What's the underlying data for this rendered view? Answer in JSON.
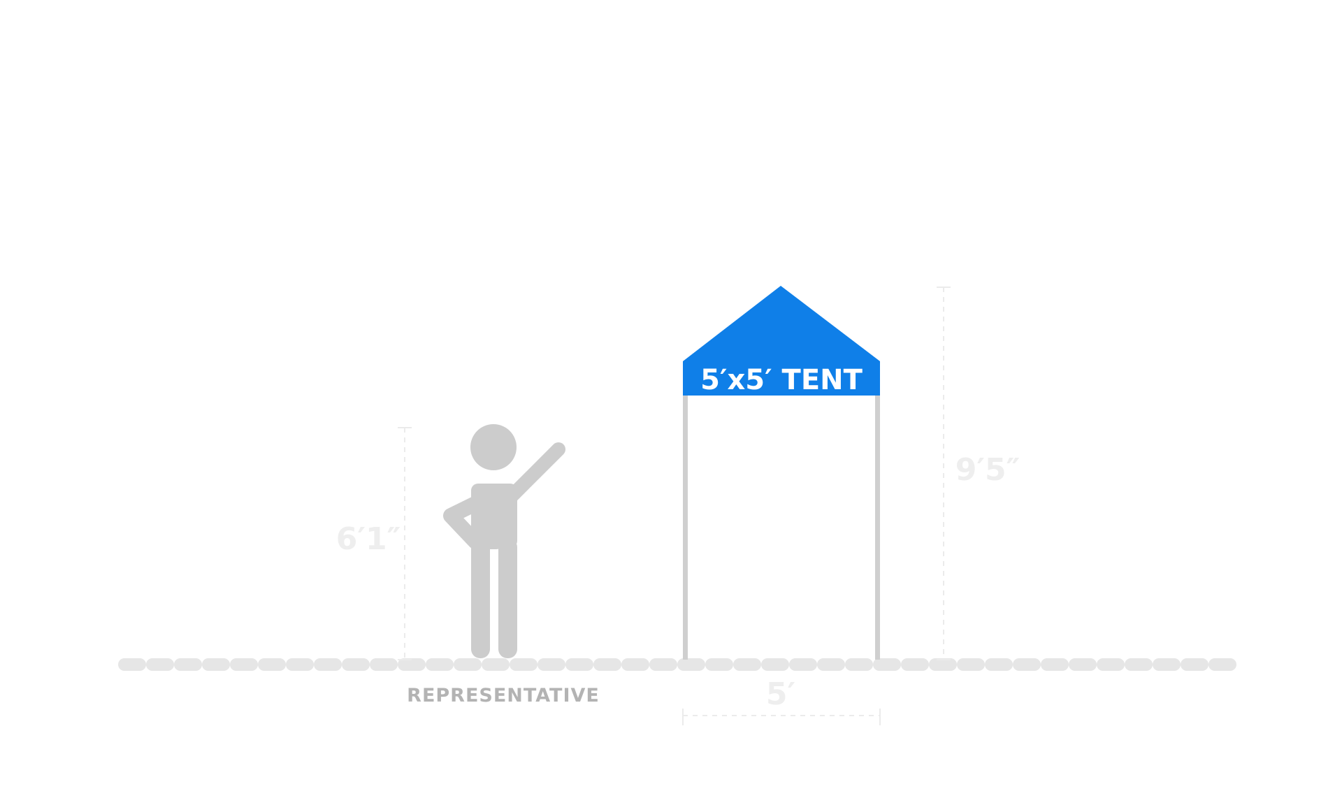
{
  "tent": {
    "label": "5′x5′ TENT",
    "height_label": "9′5″",
    "width_label": "5′",
    "canopy_color": "#0f7fe8"
  },
  "person": {
    "label": "REPRESENTATIVE",
    "height_label": "6′1″",
    "color": "#cccccc"
  },
  "colors": {
    "ground": "#e6e6e6",
    "dimension_line": "#ebebeb",
    "dimension_text": "#eeeeee",
    "pole": "#cfcfcf"
  }
}
